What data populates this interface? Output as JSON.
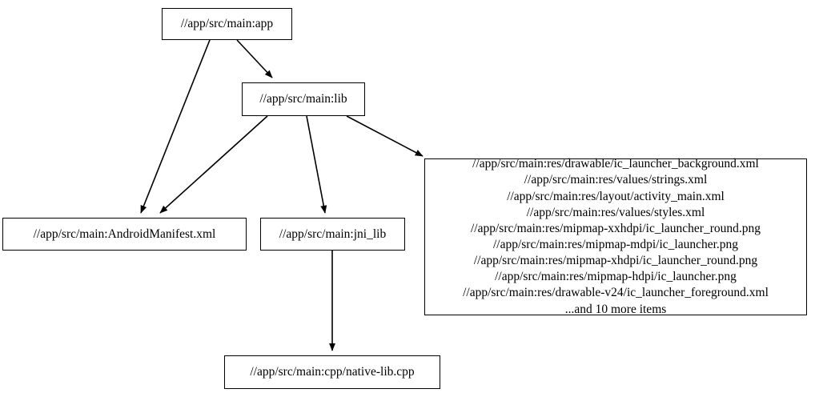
{
  "diagram": {
    "type": "directed-graph",
    "title": "",
    "background_color": "#ffffff",
    "node_border_color": "#000000",
    "node_fill_color": "#ffffff",
    "edge_color": "#000000",
    "text_color": "#000000",
    "nodes": [
      {
        "id": "app",
        "label": "//app/src/main:app"
      },
      {
        "id": "lib",
        "label": "//app/src/main:lib"
      },
      {
        "id": "manifest",
        "label": "//app/src/main:AndroidManifest.xml"
      },
      {
        "id": "jni_lib",
        "label": "//app/src/main:jni_lib"
      },
      {
        "id": "resources",
        "label": "//app/src/main:res/drawable/ic_launcher_background.xml\n//app/src/main:res/values/strings.xml\n//app/src/main:res/layout/activity_main.xml\n//app/src/main:res/values/styles.xml\n//app/src/main:res/mipmap-xxhdpi/ic_launcher_round.png\n//app/src/main:res/mipmap-mdpi/ic_launcher.png\n//app/src/main:res/mipmap-xhdpi/ic_launcher_round.png\n//app/src/main:res/mipmap-hdpi/ic_launcher.png\n//app/src/main:res/drawable-v24/ic_launcher_foreground.xml\n...and 10 more items"
      },
      {
        "id": "native_lib",
        "label": "//app/src/main:cpp/native-lib.cpp"
      }
    ],
    "edges": [
      {
        "from": "app",
        "to": "lib"
      },
      {
        "from": "app",
        "to": "manifest"
      },
      {
        "from": "lib",
        "to": "manifest"
      },
      {
        "from": "lib",
        "to": "jni_lib"
      },
      {
        "from": "lib",
        "to": "resources"
      },
      {
        "from": "jni_lib",
        "to": "native_lib"
      }
    ]
  }
}
